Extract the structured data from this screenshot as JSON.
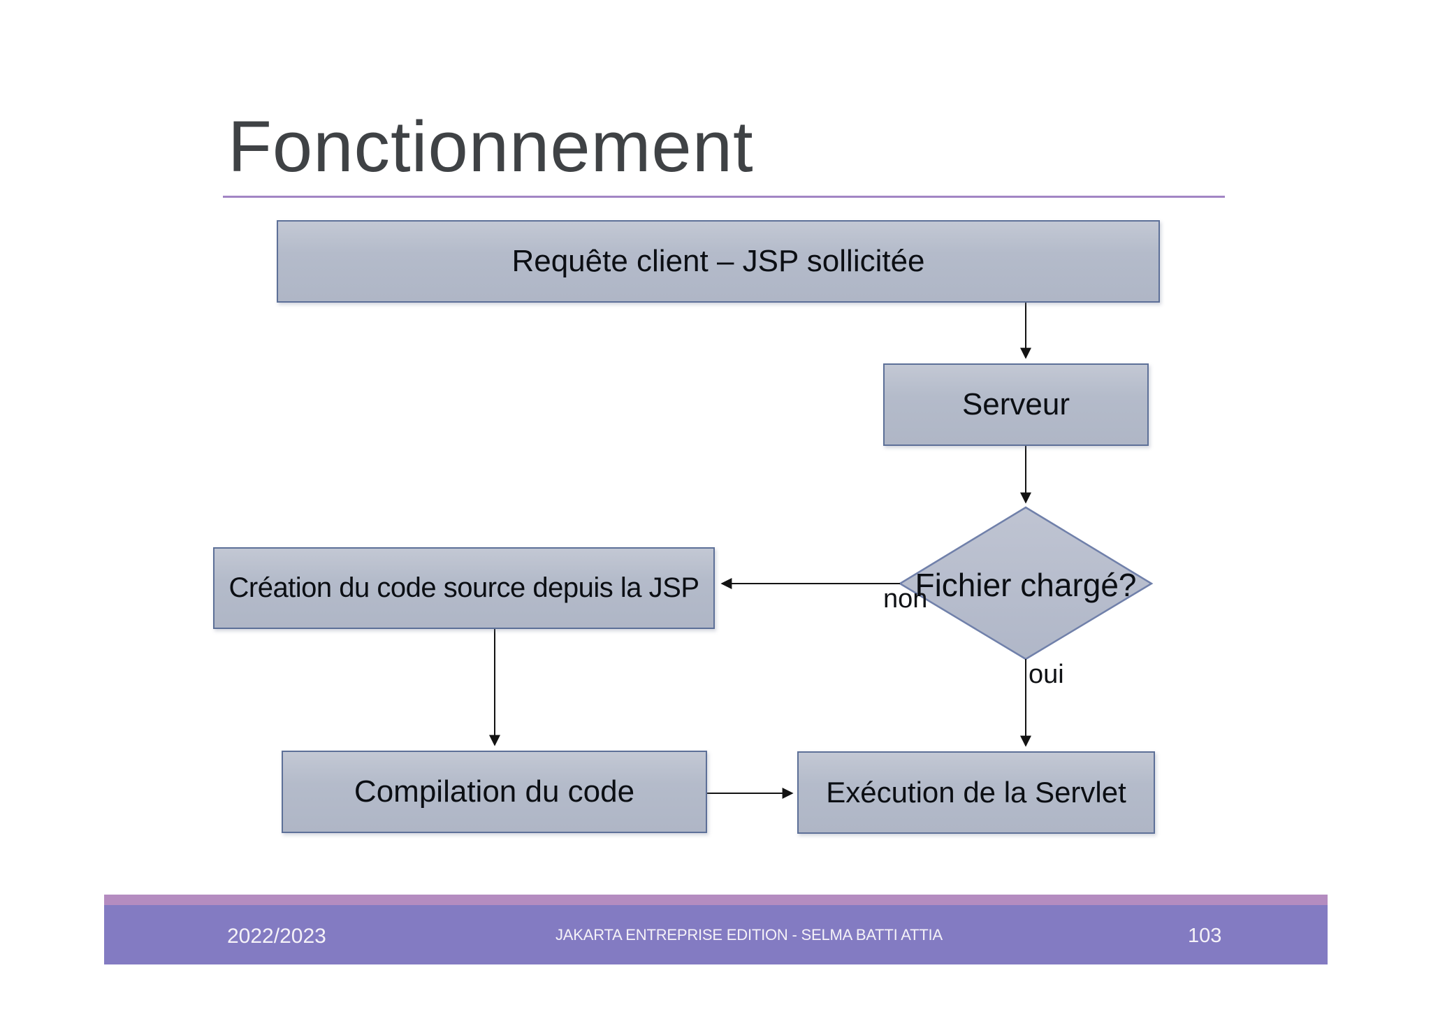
{
  "slide": {
    "title": "Fonctionnement",
    "footer": {
      "year": "2022/2023",
      "course": "JAKARTA ENTREPRISE EDITION - SELMA BATTI ATTIA",
      "page_number": "103"
    },
    "colors": {
      "title_text": "#3f4245",
      "title_underline": "#a285c4",
      "box_fill": "#b4bbca",
      "box_border": "#5d7098",
      "diamond_border": "#7080aa",
      "arrow": "#131313",
      "footer_bar": "#837bc2",
      "footer_strip": "#b48cc0"
    }
  },
  "flowchart": {
    "nodes": [
      {
        "id": "requete",
        "type": "process",
        "label": "Requête client – JSP sollicitée"
      },
      {
        "id": "serveur",
        "type": "process",
        "label": "Serveur"
      },
      {
        "id": "fichier",
        "type": "decision",
        "label": "Fichier chargé?"
      },
      {
        "id": "creation",
        "type": "process",
        "label": "Création du code source depuis la JSP"
      },
      {
        "id": "compilation",
        "type": "process",
        "label": "Compilation du code"
      },
      {
        "id": "execution",
        "type": "process",
        "label": "Exécution de la Servlet"
      }
    ],
    "edge_labels": {
      "no": "non",
      "yes": "oui"
    }
  }
}
